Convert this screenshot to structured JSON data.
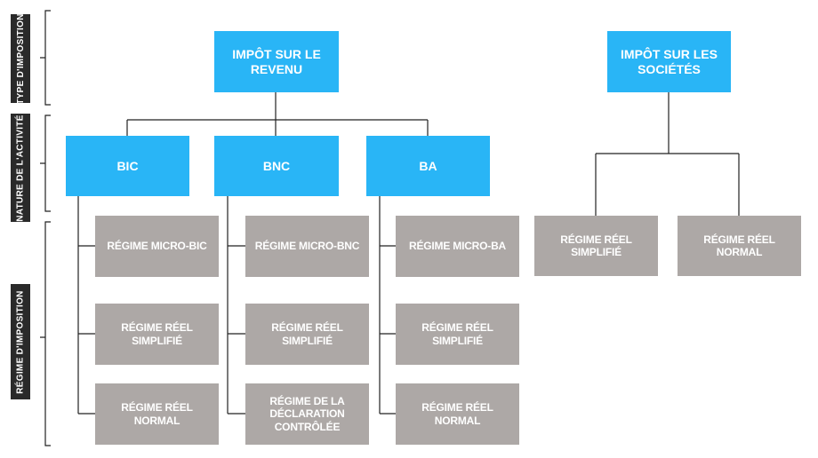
{
  "categories": {
    "type_imposition": "Type d'imposition",
    "nature_activite": "Nature de l'activité",
    "regime_imposition": "Régime d'imposition"
  },
  "ir": {
    "title": "Impôt sur le revenu",
    "bic": {
      "label": "BIC",
      "regimes": [
        "Régime micro-BIC",
        "Régime réel simplifié",
        "Régime réel normal"
      ]
    },
    "bnc": {
      "label": "BNC",
      "regimes": [
        "Régime micro-BNC",
        "Régime réel simplifié",
        "Régime de la déclaration contrôlée"
      ]
    },
    "ba": {
      "label": "BA",
      "regimes": [
        "Régime micro-BA",
        "Régime réel simplifié",
        "Régime réel normal"
      ]
    }
  },
  "is": {
    "title": "Impôt sur les sociétés",
    "regimes": [
      "Régime réel simplifié",
      "Régime réel normal"
    ]
  },
  "colors": {
    "primary_box": "#29b5f6",
    "regime_box": "#ada8a6",
    "label_background": "#2a2a2a",
    "connector": "#222222"
  }
}
